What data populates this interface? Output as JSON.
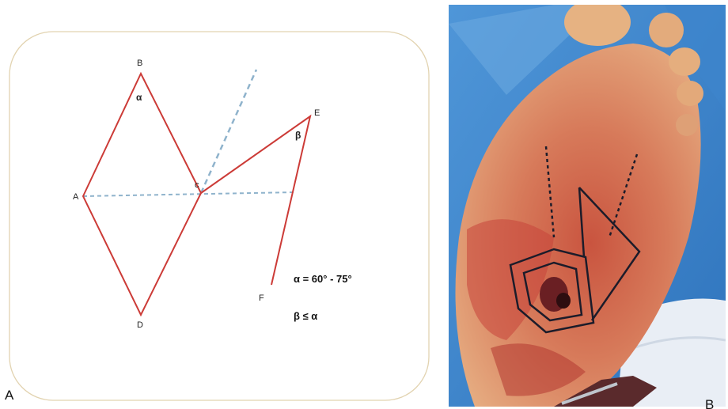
{
  "panel_a": {
    "label": "A",
    "points": {
      "A": "A",
      "B": "B",
      "C": "c",
      "D": "D",
      "E": "E",
      "F": "F"
    },
    "angles": {
      "alpha": "α",
      "beta": "β"
    },
    "formulas": [
      "α = 60° - 75°",
      "β ≤ α"
    ],
    "colors": {
      "flap_lines": "#cc3b37",
      "axis_lines": "#8fb3cc",
      "frame": "#e2d3b0"
    }
  },
  "panel_b": {
    "label": "B",
    "photo_description_icon": "surgical-foot-photo"
  }
}
